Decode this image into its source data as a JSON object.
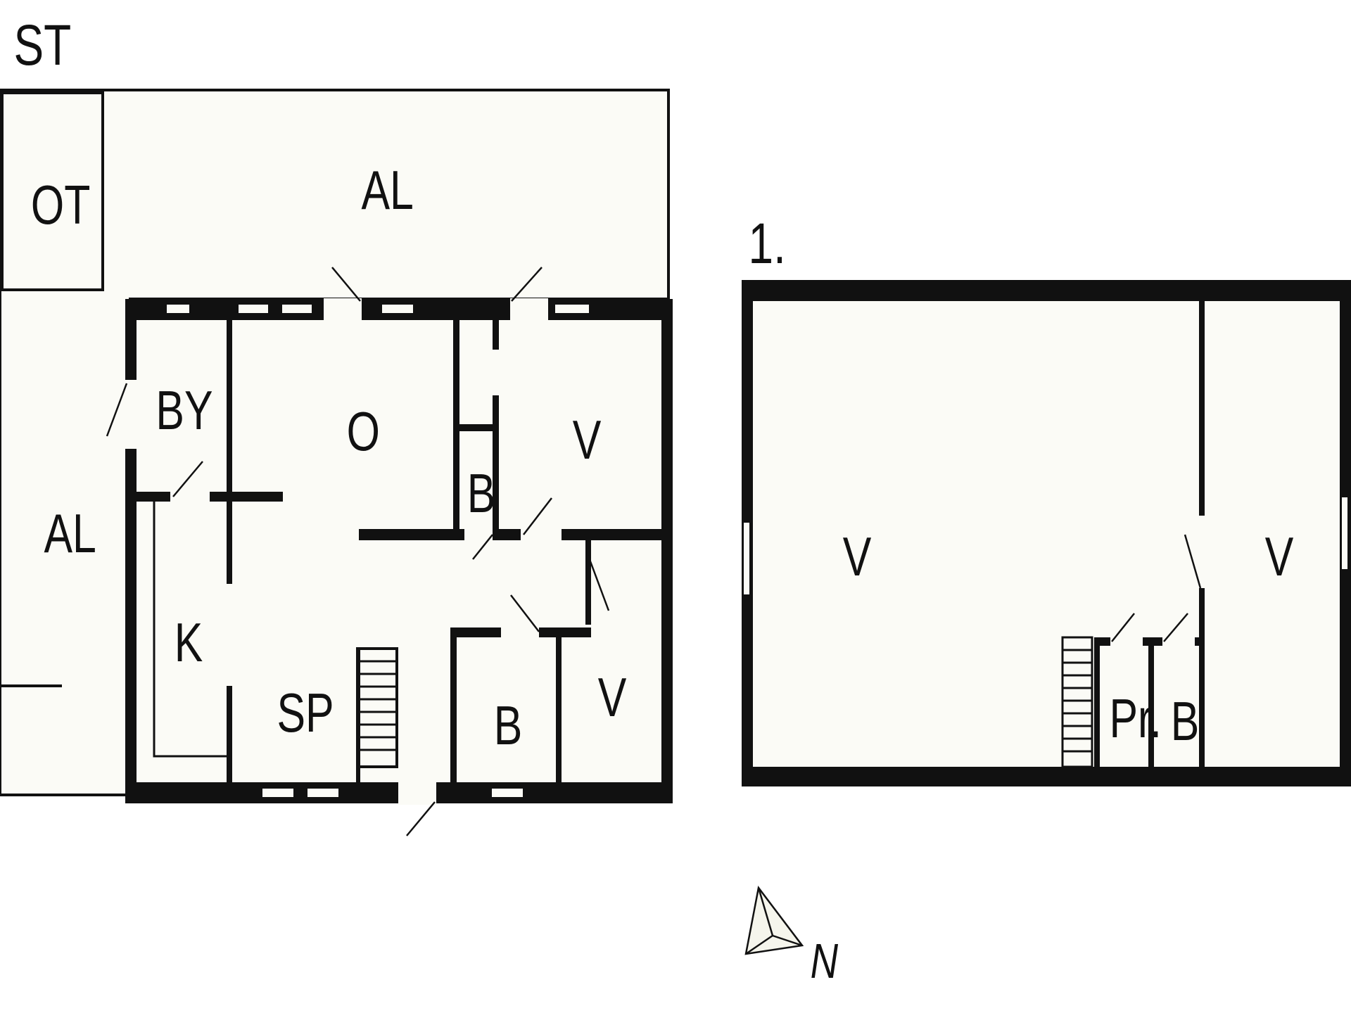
{
  "plan": {
    "ground_floor": {
      "level_label": "ST",
      "rooms": {
        "ot": "OT",
        "al_top": "AL",
        "al_left": "AL",
        "by": "BY",
        "o": "O",
        "v_upper": "V",
        "b_small": "B",
        "k": "K",
        "sp": "SP",
        "b_lower": "B",
        "v_lower": "V"
      }
    },
    "first_floor": {
      "level_label": "1.",
      "rooms": {
        "v_big": "V",
        "v_right": "V",
        "pr": "Pr.",
        "b": "B"
      }
    },
    "compass": {
      "label": "N",
      "icon": "north-arrow-icon"
    },
    "colors": {
      "wall": "#111111",
      "floor": "#fbfbf6"
    }
  }
}
